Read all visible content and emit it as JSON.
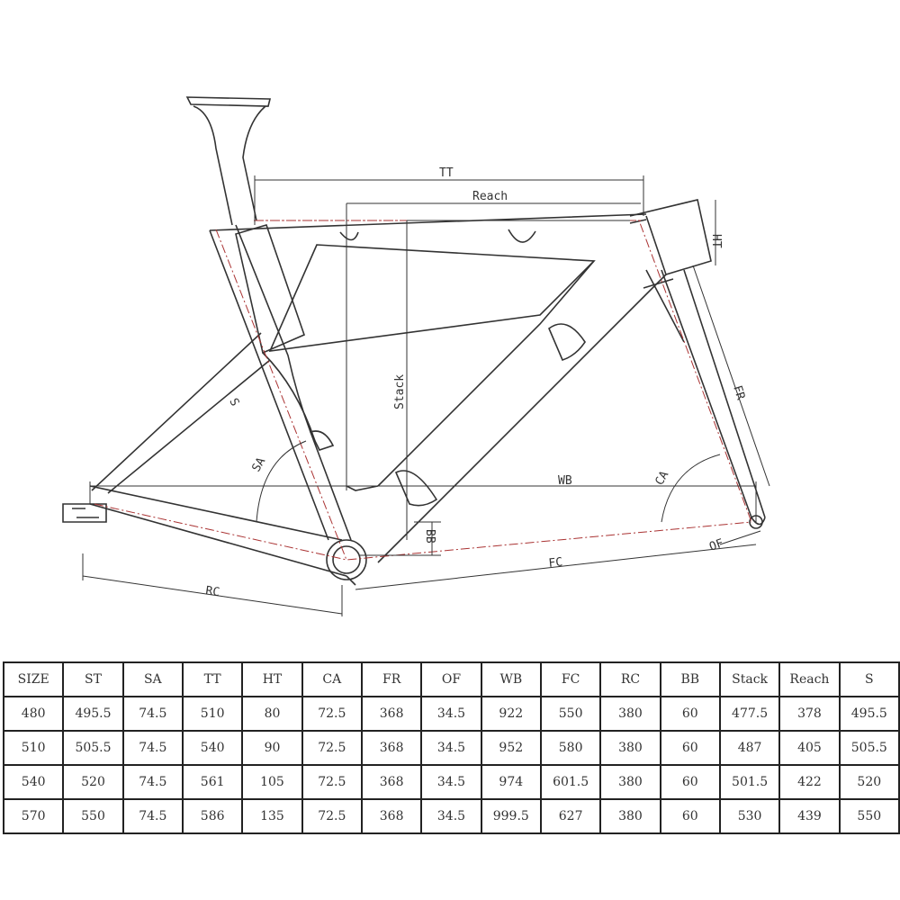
{
  "diagram": {
    "labels": {
      "tt": "TT",
      "reach": "Reach",
      "ht": "HT",
      "fr": "FR",
      "stack": "Stack",
      "s": "S",
      "sa": "SA",
      "wb": "WB",
      "ca": "CA",
      "bb": "BB",
      "of": "OF",
      "fc": "FC",
      "rc": "RC"
    }
  },
  "table": {
    "headers": [
      "SIZE",
      "ST",
      "SA",
      "TT",
      "HT",
      "CA",
      "FR",
      "OF",
      "WB",
      "FC",
      "RC",
      "BB",
      "Stack",
      "Reach",
      "S"
    ],
    "rows": [
      [
        "480",
        "495.5",
        "74.5",
        "510",
        "80",
        "72.5",
        "368",
        "34.5",
        "922",
        "550",
        "380",
        "60",
        "477.5",
        "378",
        "495.5"
      ],
      [
        "510",
        "505.5",
        "74.5",
        "540",
        "90",
        "72.5",
        "368",
        "34.5",
        "952",
        "580",
        "380",
        "60",
        "487",
        "405",
        "505.5"
      ],
      [
        "540",
        "520",
        "74.5",
        "561",
        "105",
        "72.5",
        "368",
        "34.5",
        "974",
        "601.5",
        "380",
        "60",
        "501.5",
        "422",
        "520"
      ],
      [
        "570",
        "550",
        "74.5",
        "586",
        "135",
        "72.5",
        "368",
        "34.5",
        "999.5",
        "627",
        "380",
        "60",
        "530",
        "439",
        "550"
      ]
    ]
  }
}
